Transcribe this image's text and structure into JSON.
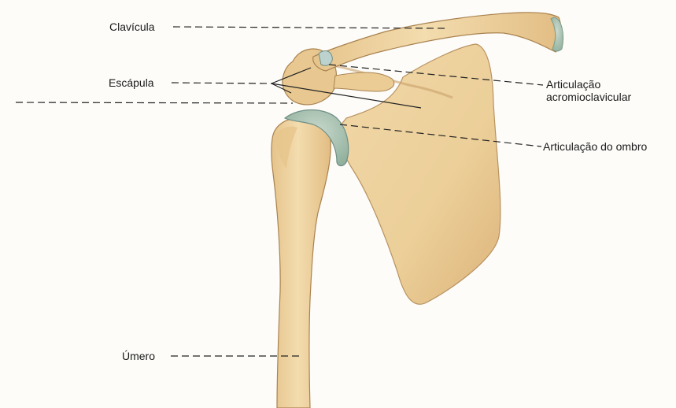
{
  "labels": {
    "clavicula": "Clavícula",
    "escapula": "Escápula",
    "acromioclavicular_line1": "Articulação",
    "acromioclavicular_line2": "acromioclavicular",
    "ombro": "Articulação do ombro",
    "umero": "Úmero"
  },
  "colors": {
    "bone_fill": "#eed3a0",
    "bone_shade": "#d9b478",
    "bone_outline": "#b08a55",
    "cartilage": "#a9c1b2",
    "leader_line": "#222222",
    "text": "#1a1a1a"
  }
}
